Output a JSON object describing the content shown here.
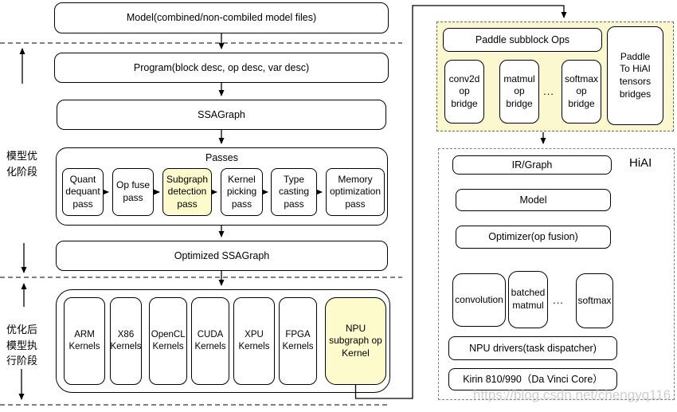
{
  "stages": {
    "optimize_label": "模型优化阶段",
    "execute_label": "优化后模型执行阶段"
  },
  "pipeline": {
    "model": "Model(combined/non-combiled model files)",
    "program": "Program(block desc, op desc, var desc)",
    "ssagraph": "SSAGraph",
    "passes_title": "Passes",
    "passes": [
      "Quant dequant pass",
      "Op fuse pass",
      "Subgraph detection pass",
      "Kernel picking pass",
      "Type casting pass",
      "Memory optimization pass"
    ],
    "optimized_ssagraph": "Optimized SSAGraph",
    "kernels": [
      "ARM Kernels",
      "X86 Kernels",
      "OpenCL Kernels",
      "CUDA Kernels",
      "XPU Kernels",
      "FPGA Kernels",
      "NPU subgraph op Kernel"
    ]
  },
  "paddle_bridges": {
    "header": "Paddle subblock Ops",
    "items": [
      "conv2d op bridge",
      "matmul op bridge",
      "softmax op bridge"
    ],
    "ellipsis": "...",
    "tensors_bridge": "Paddle To HiAI tensors bridges"
  },
  "hiai": {
    "title": "HiAI",
    "ir_graph": "IR/Graph",
    "model": "Model",
    "optimizer": "Optimizer(op fusion)",
    "ops": [
      "convolution",
      "batched matmul",
      "softmax"
    ],
    "ellipsis": "...",
    "npu_drivers": "NPU drivers(task dispatcher)",
    "chip": "Kirin 810/990（Da Vinci Core）"
  },
  "watermark": "https://blog.csdn.net/chengyq116",
  "colors": {
    "highlight_yellow": "#FDFACB",
    "container_yellow": "#FBF7CE",
    "line_black": "#000000",
    "dashed_gray": "#808080",
    "watermark_gray": "#B9C0C6"
  }
}
